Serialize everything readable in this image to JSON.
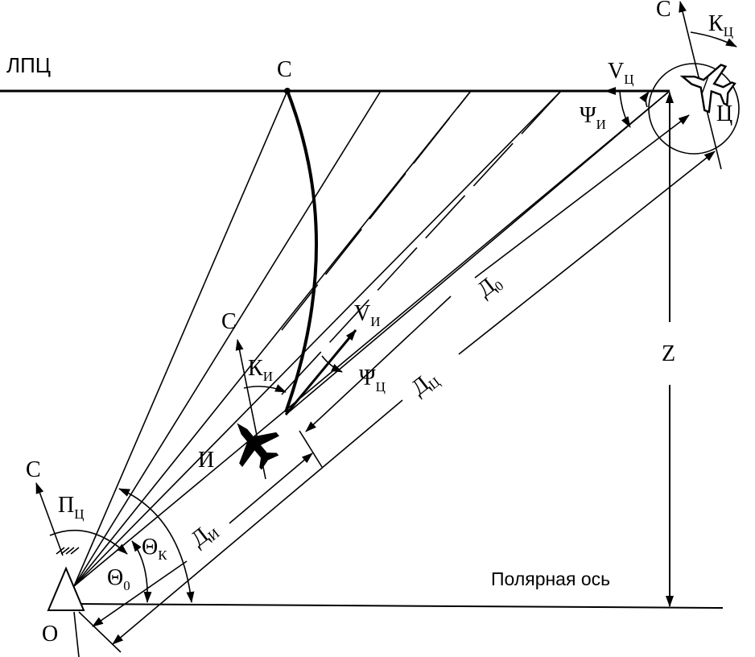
{
  "labels": {
    "lpc": "ЛПЦ",
    "c_top": "С",
    "c_north_target": "С",
    "k_target": "К",
    "k_target_sub": "Ц",
    "v_target": "V",
    "v_target_sub": "Ц",
    "psi_i": "Ψ",
    "psi_i_sub": "И",
    "target": "Ц",
    "z": "Z",
    "d0": "Д",
    "d0_sub": "0",
    "dc": "Д",
    "dc_sub": "Ц",
    "di": "Д",
    "di_sub": "И",
    "c_interceptor": "С",
    "k_interceptor": "К",
    "k_interceptor_sub": "И",
    "v_interceptor": "V",
    "v_interceptor_sub": "И",
    "psi_c": "Ψ",
    "psi_c_sub": "Ц",
    "interceptor": "И",
    "c_origin": "С",
    "p_target": "П",
    "p_target_sub": "Ц",
    "theta_k": "Θ",
    "theta_k_sub": "К",
    "theta_0": "Θ",
    "theta_0_sub": "0",
    "polar_axis": "Полярная ось",
    "origin": "О"
  }
}
